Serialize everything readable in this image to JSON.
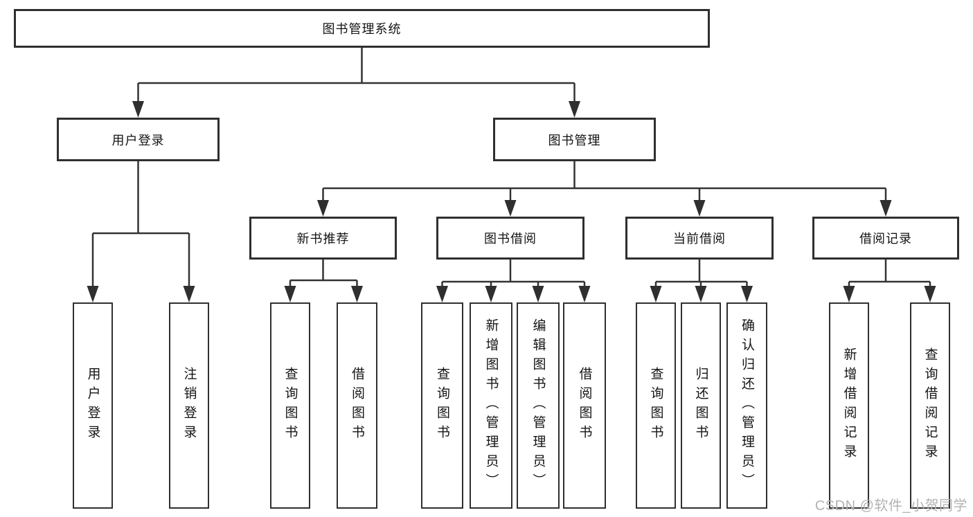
{
  "diagram": {
    "type": "hierarchy-tree",
    "root": {
      "label": "图书管理系统",
      "children": [
        {
          "label": "用户登录",
          "children": [
            {
              "label": "用户登录"
            },
            {
              "label": "注销登录"
            }
          ]
        },
        {
          "label": "图书管理",
          "children": [
            {
              "label": "新书推荐",
              "children": [
                {
                  "label": "查询图书"
                },
                {
                  "label": "借阅图书"
                }
              ]
            },
            {
              "label": "图书借阅",
              "children": [
                {
                  "label": "查询图书"
                },
                {
                  "label": "新增图书（管理员）"
                },
                {
                  "label": "编辑图书（管理员）"
                },
                {
                  "label": "借阅图书"
                }
              ]
            },
            {
              "label": "当前借阅",
              "children": [
                {
                  "label": "查询图书"
                },
                {
                  "label": "归还图书"
                },
                {
                  "label": "确认归还（管理员）"
                }
              ]
            },
            {
              "label": "借阅记录",
              "children": [
                {
                  "label": "新增借阅记录"
                },
                {
                  "label": "查询借阅记录"
                }
              ]
            }
          ]
        }
      ]
    },
    "colors": {
      "line": "#333333",
      "box_border": "#2f2f2f",
      "box_fill": "#ffffff",
      "text": "#141414",
      "background": "#ffffff"
    }
  },
  "watermark": {
    "text": "CSDN @软件_小贺同学",
    "color": "#b3b3b3"
  }
}
